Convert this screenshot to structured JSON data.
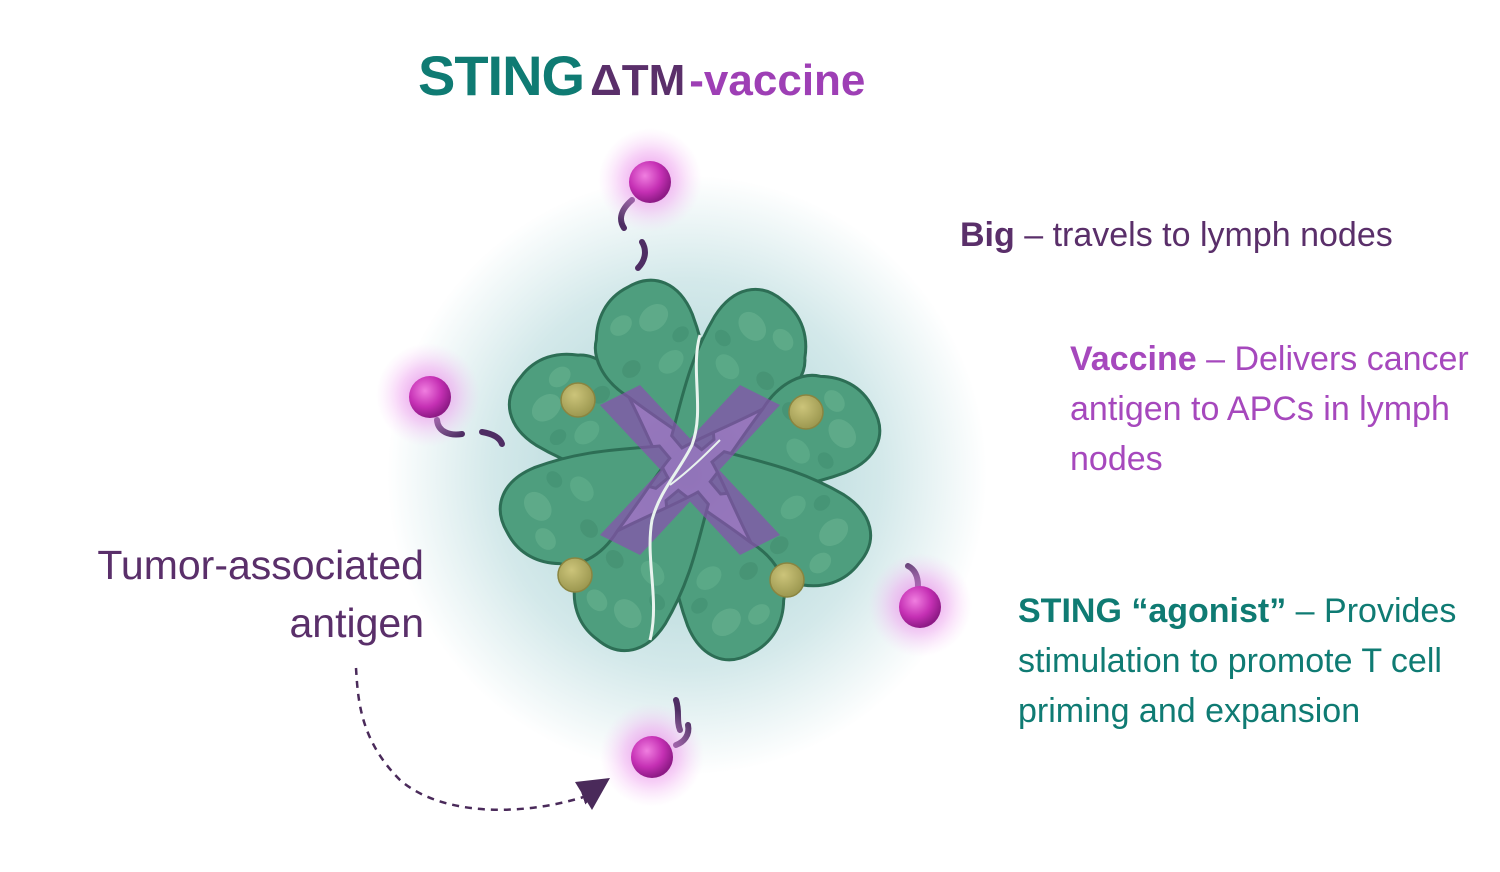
{
  "title": {
    "part1": "STING",
    "part2": "ΔTM",
    "part3": "-vaccine"
  },
  "labels": {
    "big": {
      "bold": "Big",
      "rest": " – travels to lymph nodes"
    },
    "vaccine": {
      "bold": "Vaccine",
      "rest": " – Delivers cancer antigen to APCs in lymph nodes"
    },
    "sting": {
      "bold": "STING “agonist”",
      "rest": " – Provides stimulation to promote T cell priming and expansion"
    },
    "antigen": {
      "line1": "Tumor-associated",
      "line2": "antigen"
    }
  },
  "colors": {
    "teal": "#0f7b73",
    "dark_purple": "#5a2f6a",
    "magenta": "#a648bd",
    "protein_green": "#4e9e7e",
    "antigen_pink": "#c030b0"
  }
}
